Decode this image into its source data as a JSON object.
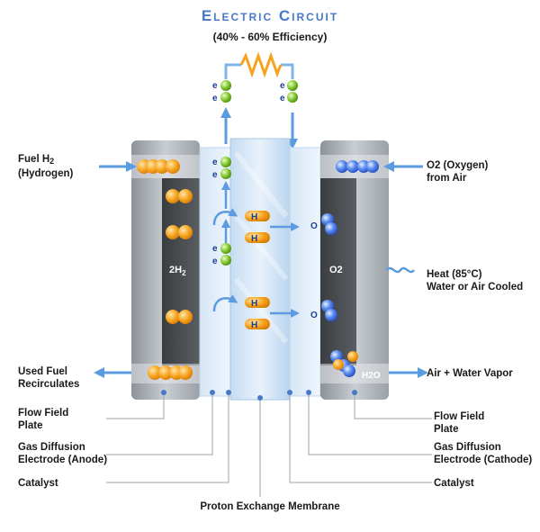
{
  "title": "Electric Circuit",
  "subtitle": "(40% - 60% Efficiency)",
  "electron_label": "e",
  "proton_label": "H",
  "oxygen_label": "O",
  "anode_chamber_label": "2H",
  "anode_chamber_sub": "2",
  "cathode_chamber_label": "O2",
  "water_label": "H2O",
  "left_labels": {
    "fuel_line1": "Fuel H",
    "fuel_sub": "2",
    "fuel_line2": "(Hydrogen)",
    "used_line1": "Used Fuel",
    "used_line2": "Recirculates",
    "flow_line1": "Flow Field",
    "flow_line2": "Plate",
    "gde_line1": "Gas Diffusion",
    "gde_line2": "Electrode (Anode)",
    "catalyst": "Catalyst"
  },
  "right_labels": {
    "oxygen_line1": "O2 (Oxygen)",
    "oxygen_line2": "from Air",
    "heat_line1": "Heat (85°C)",
    "heat_line2": "Water or Air Cooled",
    "air_water": "Air + Water Vapor",
    "flow_line1": "Flow Field",
    "flow_line2": "Plate",
    "gde_line1": "Gas Diffusion",
    "gde_line2": "Electrode (Cathode)",
    "catalyst": "Catalyst"
  },
  "membrane_label": "Proton Exchange Membrane",
  "colors": {
    "title_blue": "#4a78c8",
    "arrow_blue": "#5b9be0",
    "hydrogen_orange": "#f6a21c",
    "oxygen_blue": "#3f6fe0",
    "electron_green": "#7cc42a",
    "resistor_orange": "#f6a21c",
    "leader_gray": "#9aa3ad"
  }
}
